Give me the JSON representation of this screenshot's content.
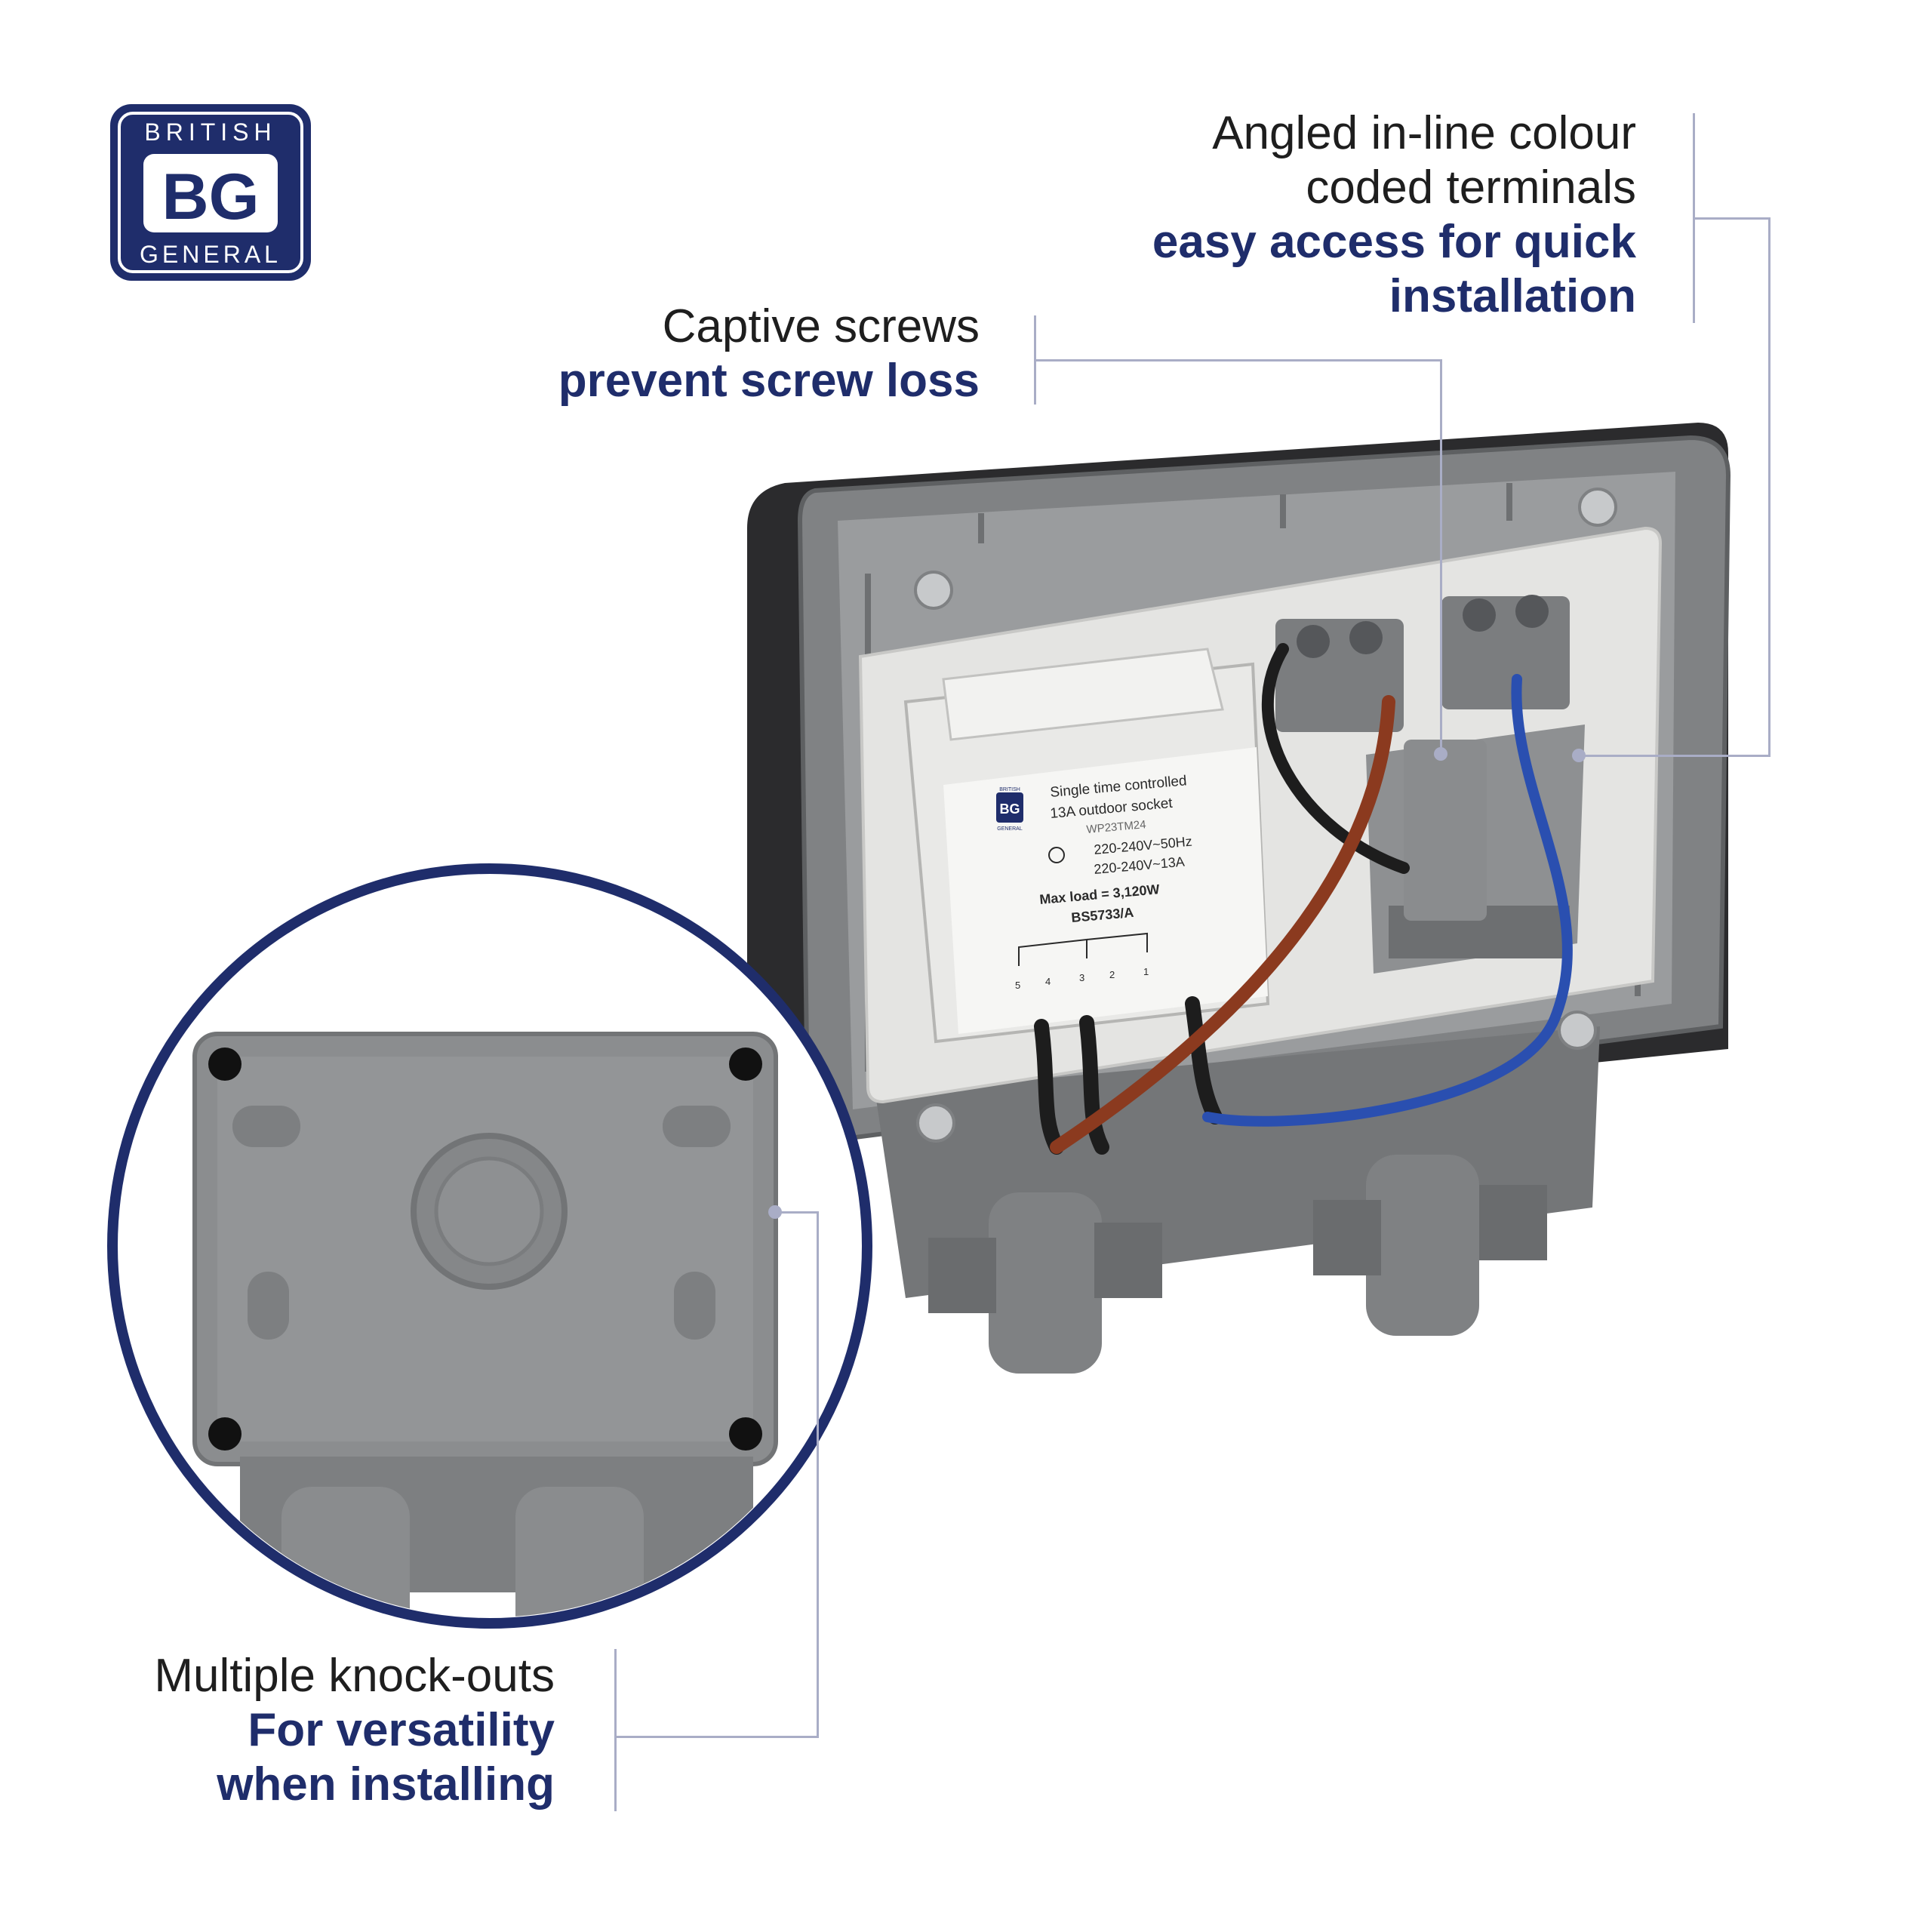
{
  "logo": {
    "top_word": "BRITISH",
    "mark": "BG",
    "bottom_word": "GENERAL"
  },
  "callouts": {
    "terminals": {
      "line1": "Angled in-line colour",
      "line2": "coded terminals",
      "line3": "easy access for quick",
      "line4": "installation"
    },
    "screws": {
      "line1": "Captive screws",
      "line2": "prevent screw loss"
    },
    "knockouts": {
      "line1": "Multiple knock-outs",
      "line2": "For versatility",
      "line3": "when installing"
    }
  },
  "module_label": {
    "logo_top": "BRITISH",
    "logo_mark": "BG",
    "logo_bottom": "GENERAL",
    "title1": "Single time controlled",
    "title2": "13A outdoor socket",
    "model": "WP23TM24",
    "spec1": "220-240V~50Hz",
    "spec2": "220-240V~13A",
    "max_load": "Max load = 3,120W",
    "standard": "BS5733/A",
    "pins": [
      "5",
      "4",
      "3",
      "2",
      "1"
    ]
  },
  "colors": {
    "navy": "#1f2d6b",
    "leader": "#a9adc6",
    "housing_grey": "#8a8c8e",
    "wire_brown": "#8b3a1f",
    "wire_blue": "#2a4fb0"
  }
}
